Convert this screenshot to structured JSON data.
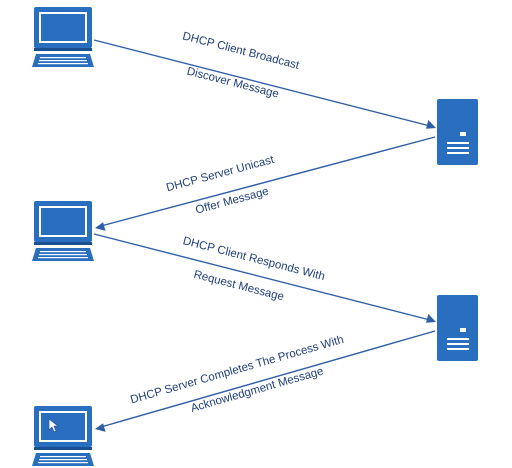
{
  "diagram": {
    "messages": [
      {
        "line1": "DHCP Client Broadcast",
        "line2": "Discover Message"
      },
      {
        "line1": "DHCP Server Unicast",
        "line2": "Offer Message"
      },
      {
        "line1": "DHCP Client Responds With",
        "line2": "Request Message"
      },
      {
        "line1": "DHCP Server Completes The Process With",
        "line2": "Acknowledgment Message"
      }
    ],
    "icons": {
      "client": "computer-icon",
      "server": "server-icon",
      "pointer": "cursor-icon"
    },
    "colors": {
      "icon_blue": "#2a6fbf",
      "arrow_blue": "#2f5ea8",
      "label_text": "#1f3f7a"
    }
  }
}
